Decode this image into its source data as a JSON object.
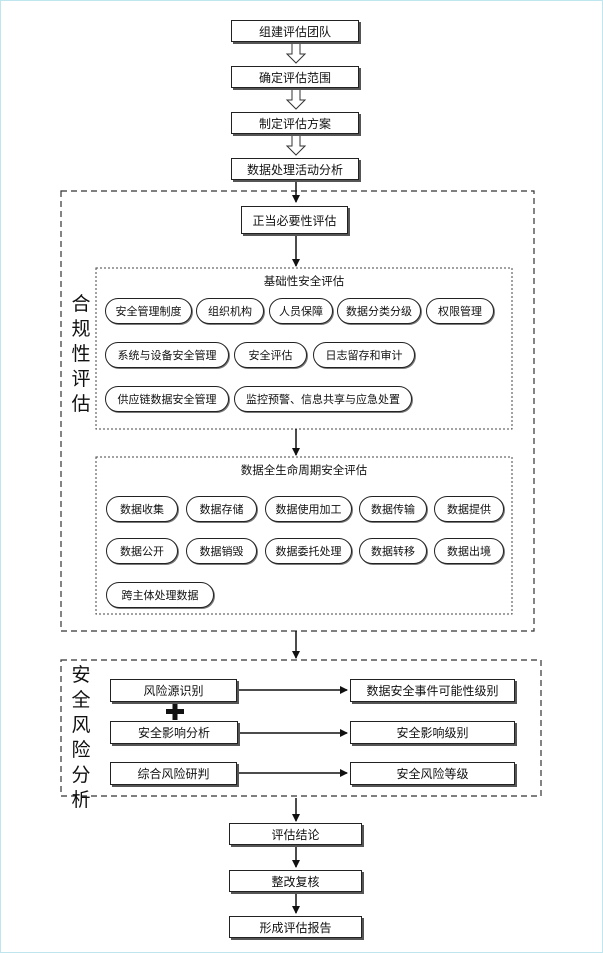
{
  "flow_top": [
    "组建评估团队",
    "确定评估范围",
    "制定评估方案",
    "数据处理活动分析"
  ],
  "compliance": {
    "label": "合规性评估",
    "legitimacy": "正当必要性评估",
    "basic": {
      "title": "基础性安全评估",
      "items": [
        "安全管理制度",
        "组织机构",
        "人员保障",
        "数据分类分级",
        "权限管理",
        "系统与设备安全管理",
        "安全评估",
        "日志留存和审计",
        "供应链数据安全管理",
        "监控预警、信息共享与应急处置"
      ]
    },
    "lifecycle": {
      "title": "数据全生命周期安全评估",
      "items": [
        "数据收集",
        "数据存储",
        "数据使用加工",
        "数据传输",
        "数据提供",
        "数据公开",
        "数据销毁",
        "数据委托处理",
        "数据转移",
        "数据出境",
        "跨主体处理数据"
      ]
    }
  },
  "risk": {
    "label": "安全风险分析",
    "left": [
      "风险源识别",
      "安全影响分析",
      "综合风险研判"
    ],
    "right": [
      "数据安全事件可能性级别",
      "安全影响级别",
      "安全风险等级"
    ]
  },
  "flow_bottom": [
    "评估结论",
    "整改复核",
    "形成评估报告"
  ]
}
